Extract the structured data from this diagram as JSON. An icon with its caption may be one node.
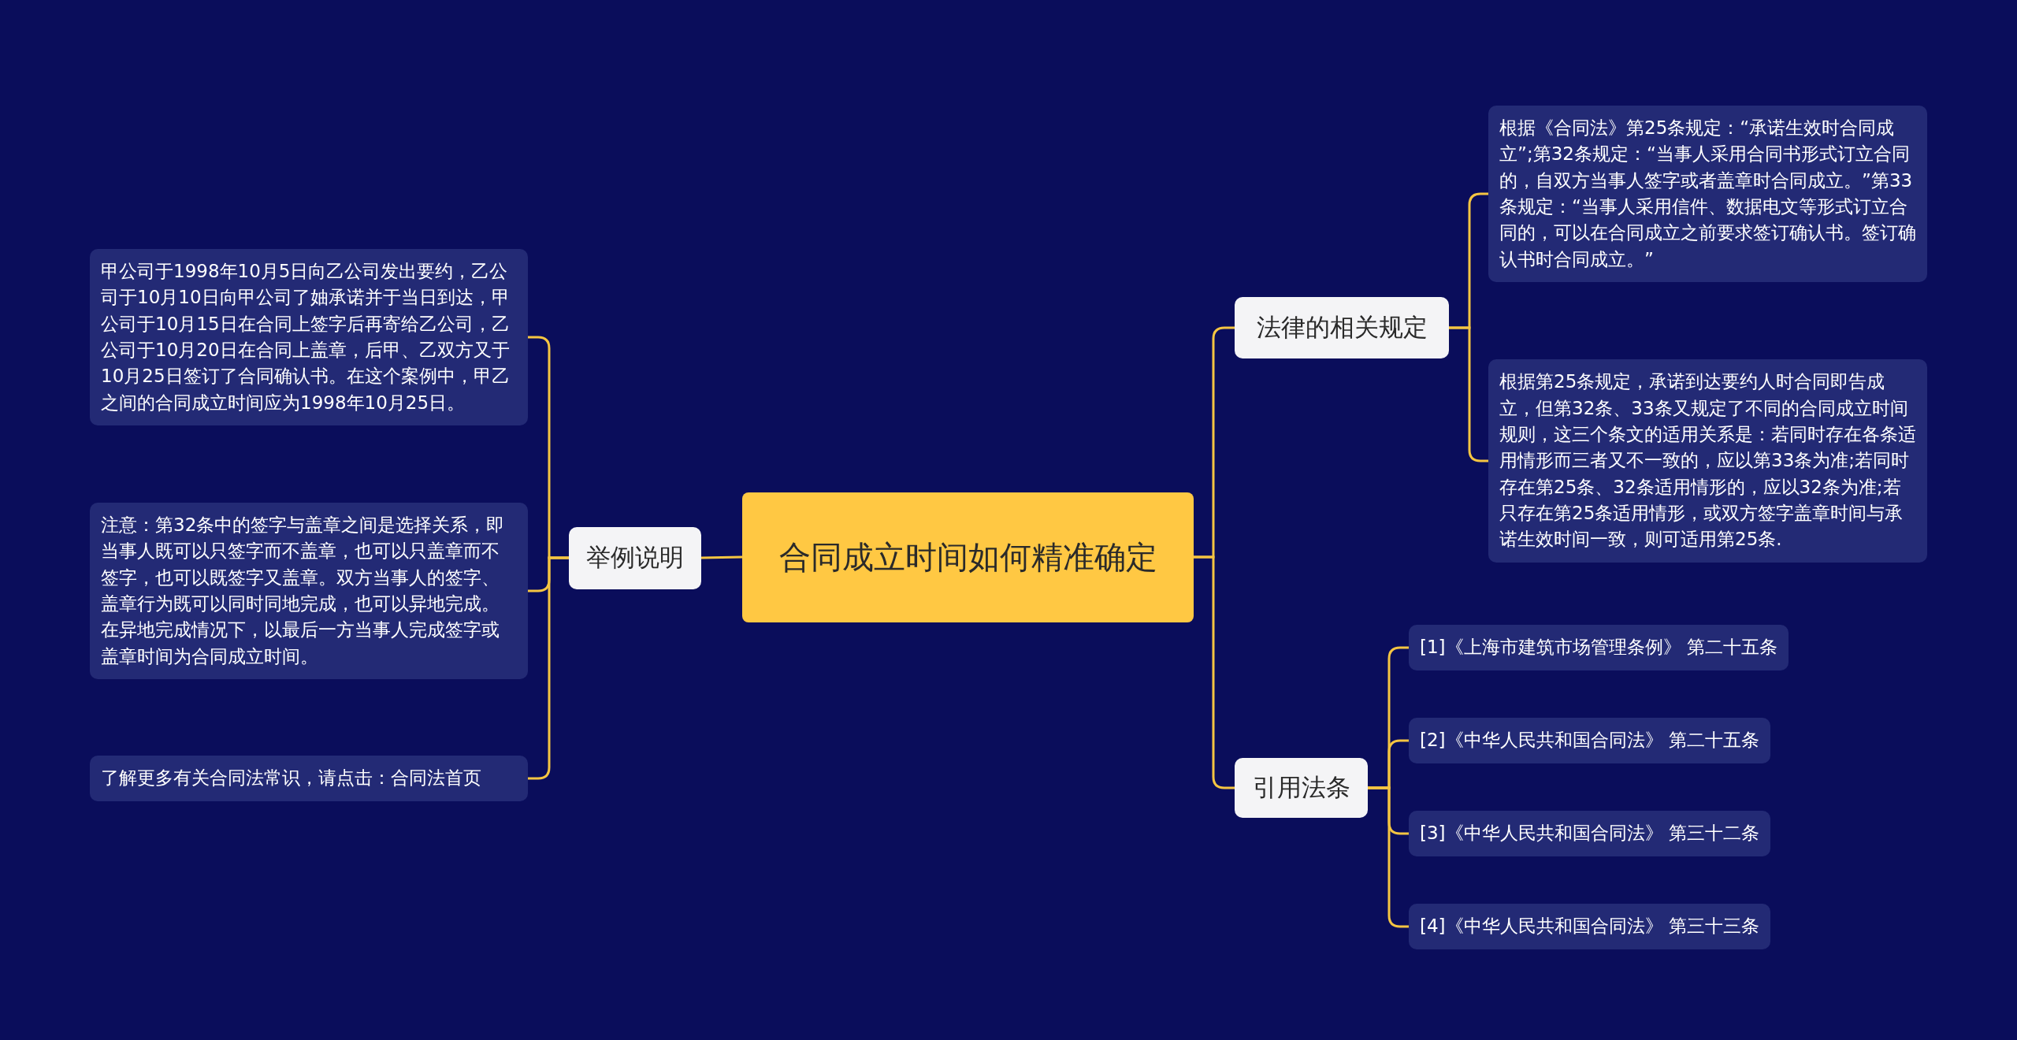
{
  "diagram": {
    "nodes": [
      {
        "text": [
          "合同成立时间如何精准确定"
        ]
      },
      {
        "text": [
          "举例说明"
        ]
      },
      {
        "text": [
          "甲公司于1998年10月5日向乙公司发出要约，乙公司于10月10日向甲公司了妯承诺并于当日到达，甲公司于10月15日在合同上签字后再寄给乙公司，乙公司于10月20日在合同上盖章，后甲、乙双方又于10月25日签订了合同确认书。在这个案例中，甲乙之间的合同成立时间应为1998年10月25日。"
        ]
      },
      {
        "text": [
          "注意：第32条中的签字与盖章之间是选择关系，即当事人既可以只签字而不盖章，也可以只盖章而不签字，也可以既签字又盖章。双方当事人的签字、盖章行为既可以同时同地完成，也可以异地完成。在异地完成情况下，以最后一方当事人完成签字或盖章时间为合同成立时间。"
        ]
      },
      {
        "text": [
          "了解更多有关合同法常识，请点击：合同法首页"
        ]
      },
      {
        "text": [
          "法律的相关规定"
        ]
      },
      {
        "text": [
          "根据《合同法》第25条规定：“承诺生效时合同成立”;第32条规定：“当事人采用合同书形式订立合同的，自双方当事人签字或者盖章时合同成立。”第33条规定：“当事人采用信件、数据电文等形式订立合同的，可以在合同成立之前要求签订确认书。签订确认书时合同成立。”"
        ]
      },
      {
        "text": [
          "根据第25条规定，承诺到达要约人时合同即告成立，但第32条、33条又规定了不同的合同成立时间规则，这三个条文的适用关系是：若同时存在各条适用情形而三者又不一致的，应以第33条为准;若同时存在第25条、32条适用情形的，应以32条为准;若只存在第25条适用情形，或双方签字盖章时间与承诺生效时间一致，则可适用第25条."
        ]
      },
      {
        "text": [
          "引用法条"
        ]
      },
      {
        "text": [
          "[1]《上海市建筑市场管理条例》 第二十五条"
        ]
      },
      {
        "text": [
          "[2]《中华人民共和国合同法》 第二十五条"
        ]
      },
      {
        "text": [
          "[3]《中华人民共和国合同法》 第三十二条"
        ]
      },
      {
        "text": [
          "[4]《中华人民共和国合同法》 第三十三条"
        ]
      }
    ],
    "edges": [
      {
        "from": 0,
        "to": 1,
        "arrow": "none"
      },
      {
        "from": 1,
        "to": 2,
        "arrow": "none"
      },
      {
        "from": 1,
        "to": 3,
        "arrow": "none"
      },
      {
        "from": 1,
        "to": 4,
        "arrow": "none"
      },
      {
        "from": 0,
        "to": 5,
        "arrow": "none"
      },
      {
        "from": 5,
        "to": 6,
        "arrow": "none"
      },
      {
        "from": 5,
        "to": 7,
        "arrow": "none"
      },
      {
        "from": 0,
        "to": 8,
        "arrow": "none"
      },
      {
        "from": 8,
        "to": 9,
        "arrow": "none"
      },
      {
        "from": 8,
        "to": 10,
        "arrow": "none"
      },
      {
        "from": 8,
        "to": 11,
        "arrow": "none"
      },
      {
        "from": 8,
        "to": 12,
        "arrow": "none"
      }
    ]
  }
}
